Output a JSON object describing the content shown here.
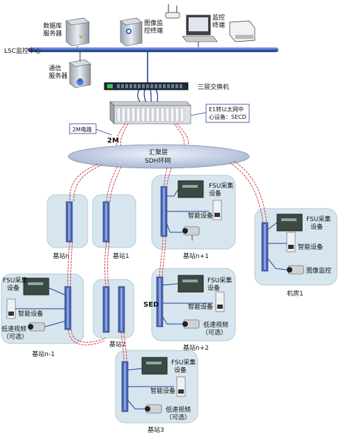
{
  "header": {
    "db_server": [
      "数据库",
      "服务器"
    ],
    "image_monitor_terminal": [
      "图像监",
      "控终端"
    ],
    "monitor_terminal": [
      "监控",
      "终端"
    ],
    "lsc_center": "LSC监控中心",
    "comm_server": [
      "通信",
      "服务器"
    ],
    "l3_switch": "三层交换机"
  },
  "middle": {
    "e1_converter_callout": [
      "E1转以太网中",
      "心设备：SECD"
    ],
    "circuit_2m_callout": "2M电路",
    "label_2m": "2M",
    "ring": [
      "汇聚层",
      "SDH环网"
    ],
    "sed_label": "SED"
  },
  "sites": {
    "base_n": "基站n",
    "base_1": "基站1",
    "base_n1": "基站n+1",
    "base_n2": "基站n+2",
    "base_nm1": "基站n-1",
    "base_2": "基站2",
    "base_3": "基站3",
    "room_1": "机房1"
  },
  "devices": {
    "fsu": [
      "FSU采集",
      "设备"
    ],
    "smart": "智能设备",
    "lowspeed_video": [
      "低速视频",
      "（可选）"
    ],
    "image_monitor": "图像监控"
  },
  "colors": {
    "ring_fill": "#c9d3e6",
    "site_fill": "#d7e6ee",
    "lan_bar": "#5d7fc0",
    "circuit_line": "#c8242a",
    "link_line": "#1f3d9a"
  }
}
